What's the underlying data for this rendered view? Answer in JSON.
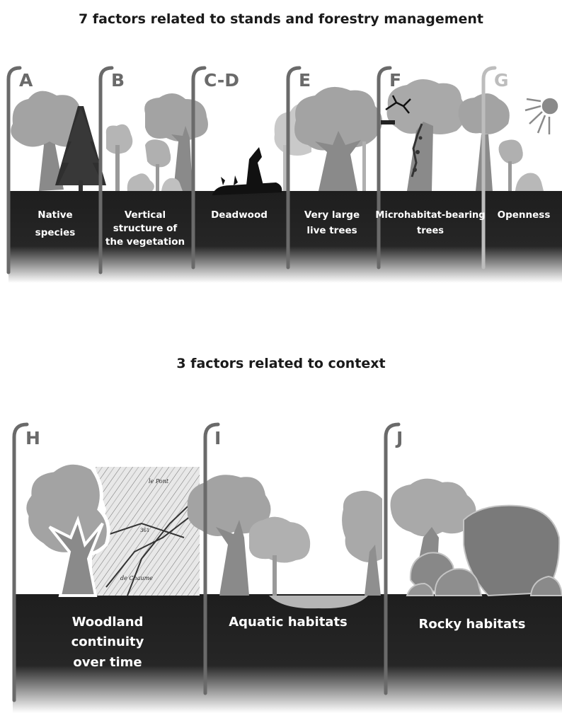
{
  "titles": {
    "top": "7 factors related to stands and forestry management",
    "bottom": "3 factors related to context"
  },
  "stand_factors": [
    {
      "letter": "A",
      "lines": [
        "Native",
        "species"
      ]
    },
    {
      "letter": "B",
      "lines": [
        "Vertical",
        "structure of",
        "the vegetation"
      ]
    },
    {
      "letter": "C-D",
      "lines": [
        "Deadwood"
      ]
    },
    {
      "letter": "E",
      "lines": [
        "Very large",
        "live trees"
      ]
    },
    {
      "letter": "F",
      "lines": [
        "Microhabitat-bearing",
        "trees"
      ]
    },
    {
      "letter": "G",
      "lines": [
        "Openness"
      ]
    }
  ],
  "context_factors": [
    {
      "letter": "H",
      "lines": [
        "Woodland",
        "continuity",
        "over time"
      ]
    },
    {
      "letter": "I",
      "lines": [
        "Aquatic habitats"
      ]
    },
    {
      "letter": "J",
      "lines": [
        "Rocky habitats"
      ]
    }
  ],
  "map_labels": [
    "le Pont",
    "de Chaume",
    "361"
  ],
  "colors": {
    "ground": "#1e1e1e",
    "foliage": "#a3a3a3",
    "trunk": "#8a8a8a",
    "pole": "#6a6a6a"
  }
}
